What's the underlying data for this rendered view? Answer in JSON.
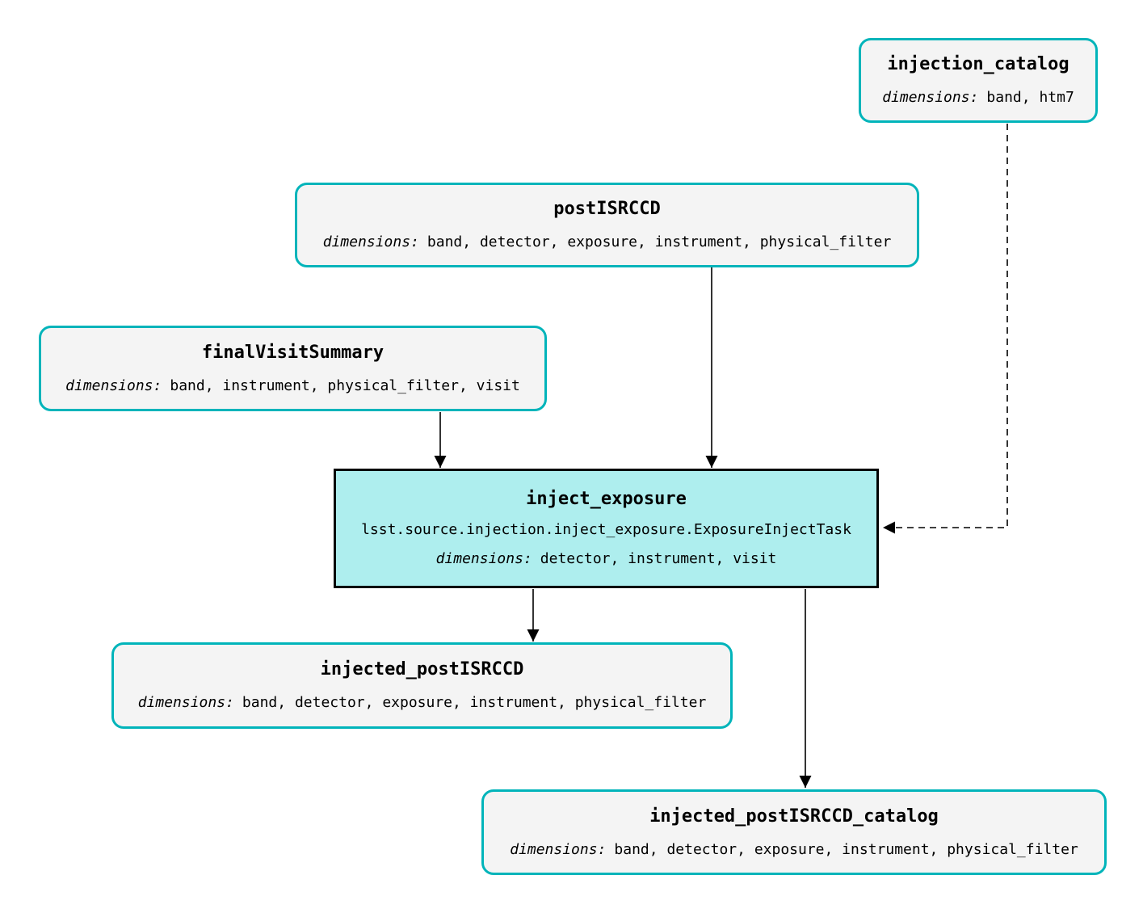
{
  "diagram": {
    "kind": "pipeline-task-graph",
    "colors": {
      "background": "#ffffff",
      "dataset_fill": "#f4f4f4",
      "dataset_border": "#00b4ba",
      "task_fill": "#aeeeee",
      "task_border": "#000000",
      "edge": "#000000"
    },
    "nodes": {
      "injection_catalog": {
        "type": "dataset",
        "title": "injection_catalog",
        "dimensions_label": "dimensions:",
        "dimensions": "band, htm7"
      },
      "postISRCCD": {
        "type": "dataset",
        "title": "postISRCCD",
        "dimensions_label": "dimensions:",
        "dimensions": "band, detector, exposure, instrument, physical_filter"
      },
      "finalVisitSummary": {
        "type": "dataset",
        "title": "finalVisitSummary",
        "dimensions_label": "dimensions:",
        "dimensions": "band, instrument, physical_filter, visit"
      },
      "inject_exposure": {
        "type": "task",
        "title": "inject_exposure",
        "task_class": "lsst.source.injection.inject_exposure.ExposureInjectTask",
        "dimensions_label": "dimensions:",
        "dimensions": "detector, instrument, visit"
      },
      "injected_postISRCCD": {
        "type": "dataset",
        "title": "injected_postISRCCD",
        "dimensions_label": "dimensions:",
        "dimensions": "band, detector, exposure, instrument, physical_filter"
      },
      "injected_postISRCCD_catalog": {
        "type": "dataset",
        "title": "injected_postISRCCD_catalog",
        "dimensions_label": "dimensions:",
        "dimensions": "band, detector, exposure, instrument, physical_filter"
      }
    },
    "edges": [
      {
        "from": "postISRCCD",
        "to": "inject_exposure",
        "style": "solid"
      },
      {
        "from": "finalVisitSummary",
        "to": "inject_exposure",
        "style": "solid"
      },
      {
        "from": "injection_catalog",
        "to": "inject_exposure",
        "style": "dashed"
      },
      {
        "from": "inject_exposure",
        "to": "injected_postISRCCD",
        "style": "solid"
      },
      {
        "from": "inject_exposure",
        "to": "injected_postISRCCD_catalog",
        "style": "solid"
      }
    ]
  }
}
